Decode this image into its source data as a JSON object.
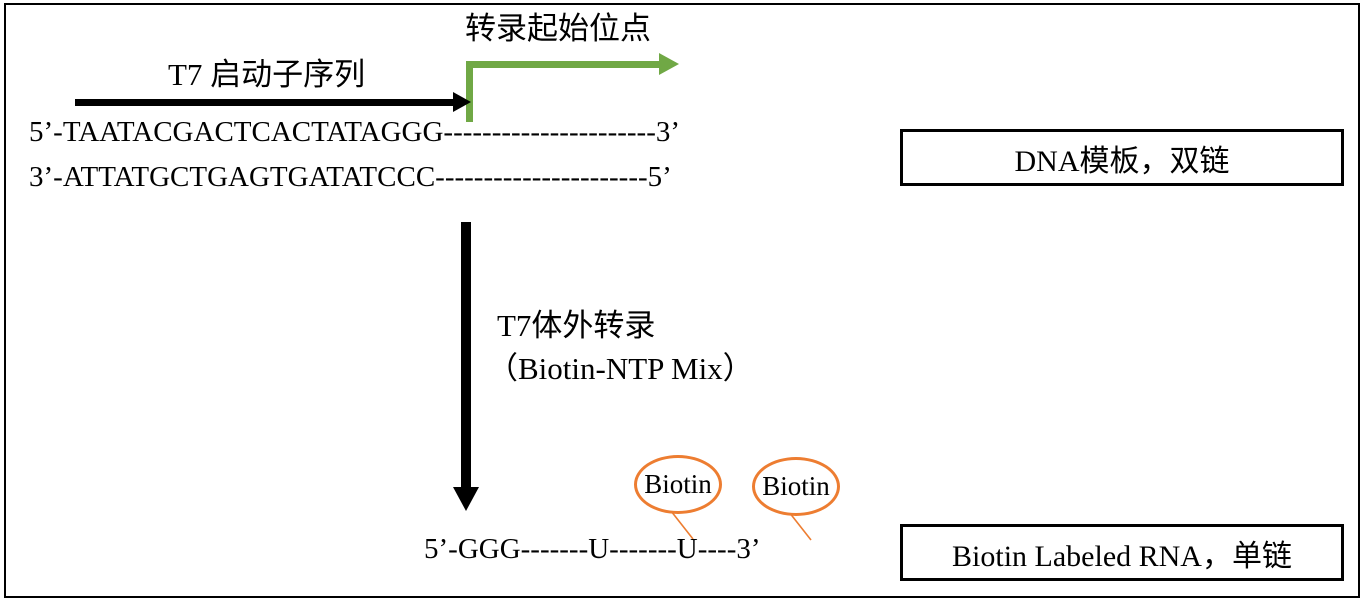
{
  "figure": {
    "title_internal": "T7 in vitro transcription schematic",
    "colors": {
      "green_arrow": "#70A845",
      "orange_biotin": "#ED7D31",
      "black": "#000000",
      "background": "#FFFFFF"
    }
  },
  "labels": {
    "transcription_start_site": "转录起始位点",
    "t7_promoter_sequence": "T7 启动子序列",
    "t7_in_vitro_transcription": "T7体外转录",
    "biotin_ntp_mix": "（Biotin-NTP Mix）"
  },
  "dna": {
    "top_strand": "5’-TAATACGACTCACTATAGGG----------------------3’",
    "bottom_strand": "3’-ATTATGCTGAGTGATATCCC----------------------5’",
    "box_label": "DNA模板，双链"
  },
  "rna": {
    "strand": "5’-GGG-------U-------U----3’",
    "box_label": "Biotin Labeled RNA，单链",
    "biotin_tags": [
      {
        "label": "Biotin"
      },
      {
        "label": "Biotin"
      }
    ]
  }
}
